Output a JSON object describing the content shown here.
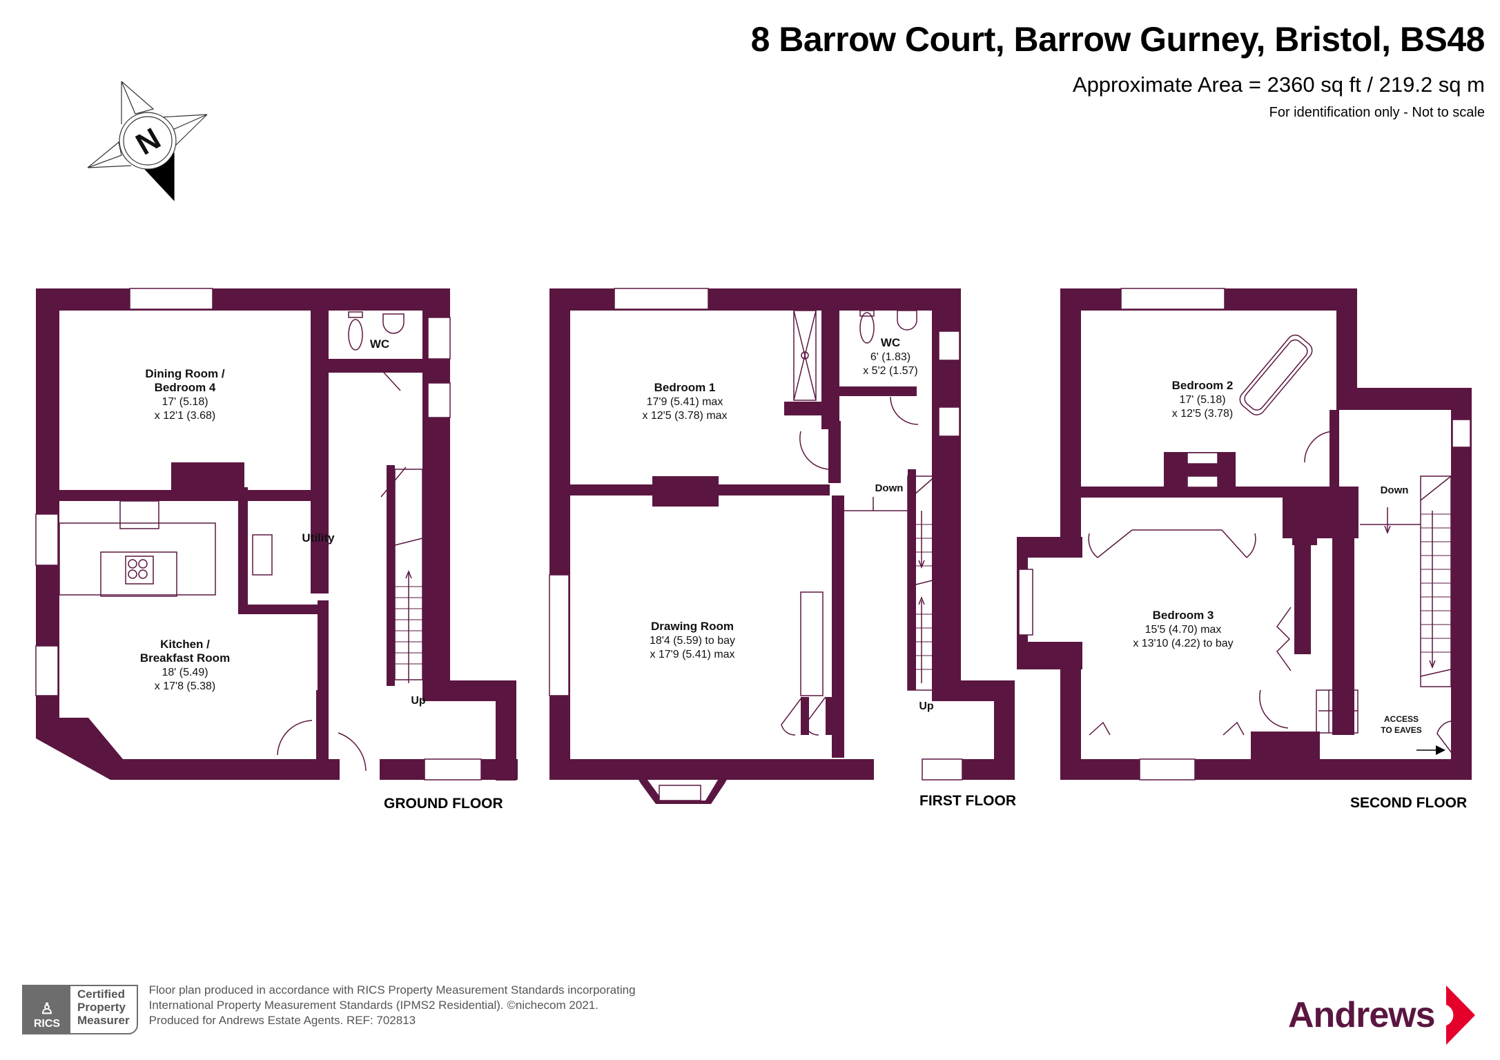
{
  "header": {
    "title": "8 Barrow Court, Barrow Gurney, Bristol, BS48",
    "area": "Approximate Area = 2360 sq ft / 219.2 sq m",
    "note": "For identification only - Not to scale"
  },
  "compass": {
    "letter": "N",
    "icon": "north-compass-icon"
  },
  "colors": {
    "wall": "#5A1640",
    "brand": "#5A1640",
    "accent_red": "#E4002B",
    "footer_grey": "#6d6d6d"
  },
  "floors": {
    "ground": {
      "label": "GROUND FLOOR",
      "rooms": {
        "dining": {
          "name1": "Dining Room /",
          "name2": "Bedroom 4",
          "dim1": "17' (5.18)",
          "dim2": "x 12'1 (3.68)"
        },
        "wc": {
          "name": "WC"
        },
        "utility": {
          "name": "Utility"
        },
        "kitchen": {
          "name1": "Kitchen /",
          "name2": "Breakfast Room",
          "dim1": "18' (5.49)",
          "dim2": "x 17'8 (5.38)"
        }
      },
      "stairs": {
        "up": "Up"
      }
    },
    "first": {
      "label": "FIRST FLOOR",
      "rooms": {
        "bedroom1": {
          "name": "Bedroom 1",
          "dim1": "17'9 (5.41) max",
          "dim2": "x 12'5 (3.78) max"
        },
        "wc": {
          "name": "WC",
          "dim1": "6' (1.83)",
          "dim2": "x 5'2 (1.57)"
        },
        "drawing": {
          "name": "Drawing Room",
          "dim1": "18'4 (5.59) to bay",
          "dim2": "x 17'9 (5.41) max"
        }
      },
      "stairs": {
        "up": "Up",
        "down": "Down"
      }
    },
    "second": {
      "label": "SECOND FLOOR",
      "rooms": {
        "bedroom2": {
          "name": "Bedroom 2",
          "dim1": "17' (5.18)",
          "dim2": "x 12'5 (3.78)"
        },
        "bedroom3": {
          "name": "Bedroom 3",
          "dim1": "15'5 (4.70) max",
          "dim2": "x 13'10 (4.22) to bay"
        }
      },
      "stairs": {
        "down": "Down"
      },
      "eaves": {
        "line1": "ACCESS",
        "line2": "TO EAVES"
      }
    }
  },
  "footer": {
    "rics_mark": "RICS",
    "cert_line1": "Certified",
    "cert_line2": "Property",
    "cert_line3": "Measurer",
    "line1": "Floor plan produced in accordance with RICS Property Measurement Standards incorporating",
    "line2": "International Property Measurement Standards (IPMS2 Residential).   ©nichecom 2021.",
    "line3": "Produced for Andrews Estate Agents.   REF:   702813"
  },
  "logo": {
    "text": "Andrews"
  }
}
